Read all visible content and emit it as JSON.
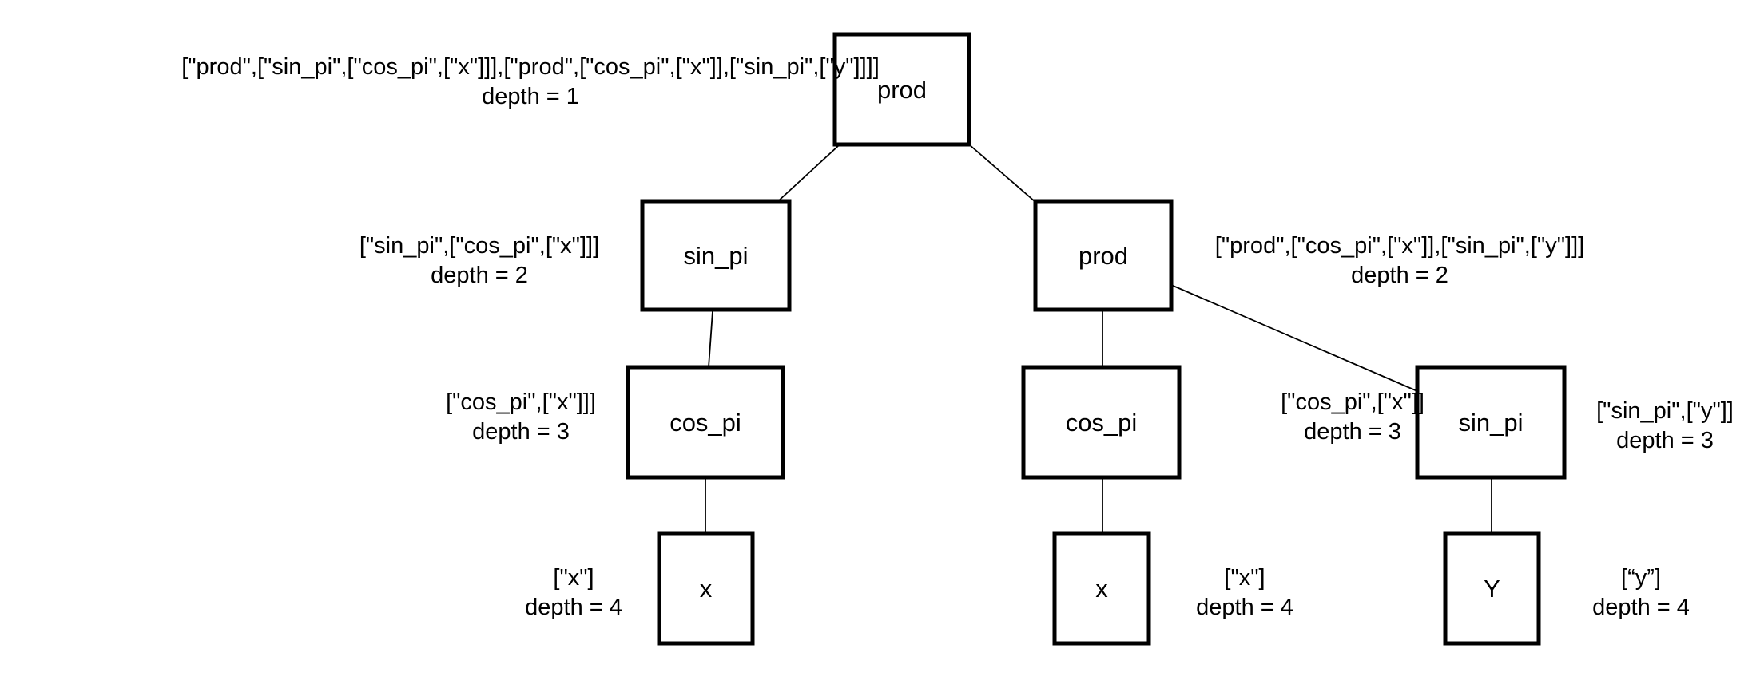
{
  "diagram": {
    "nodes": [
      {
        "id": "root",
        "label": "prod",
        "annotation": "[\"prod\",[\"sin_pi\",[\"cos_pi\",[\"x\"]]],[\"prod\",[\"cos_pi\",[\"x\"]],[\"sin_pi\",[\"y\"]]]]",
        "depth_text": "depth = 1"
      },
      {
        "id": "sin1",
        "label": "sin_pi",
        "annotation": "[\"sin_pi\",[\"cos_pi\",[\"x\"]]]",
        "depth_text": "depth = 2"
      },
      {
        "id": "prod2",
        "label": "prod",
        "annotation": "[\"prod\",[\"cos_pi\",[\"x\"]],[\"sin_pi\",[\"y\"]]]",
        "depth_text": "depth = 2"
      },
      {
        "id": "cos1",
        "label": "cos_pi",
        "annotation": "[\"cos_pi\",[\"x\"]]]",
        "depth_text": "depth = 3"
      },
      {
        "id": "cos2",
        "label": "cos_pi",
        "annotation": "[\"cos_pi\",[\"x\"]]",
        "depth_text": "depth = 3"
      },
      {
        "id": "sin2",
        "label": "sin_pi",
        "annotation": "[\"sin_pi\",[\"y\"]]",
        "depth_text": "depth = 3"
      },
      {
        "id": "x1",
        "label": "x",
        "annotation": "[\"x\"]",
        "depth_text": "depth = 4"
      },
      {
        "id": "x2",
        "label": "x",
        "annotation": "[\"x\"]",
        "depth_text": "depth = 4"
      },
      {
        "id": "y1",
        "label": "Y",
        "annotation": "[“y”]",
        "depth_text": "depth = 4"
      }
    ],
    "edges": [
      {
        "from": "root",
        "to": "sin1"
      },
      {
        "from": "root",
        "to": "prod2"
      },
      {
        "from": "sin1",
        "to": "cos1"
      },
      {
        "from": "prod2",
        "to": "cos2"
      },
      {
        "from": "prod2",
        "to": "sin2"
      },
      {
        "from": "cos1",
        "to": "x1"
      },
      {
        "from": "cos2",
        "to": "x2"
      },
      {
        "from": "sin2",
        "to": "y1"
      }
    ]
  }
}
